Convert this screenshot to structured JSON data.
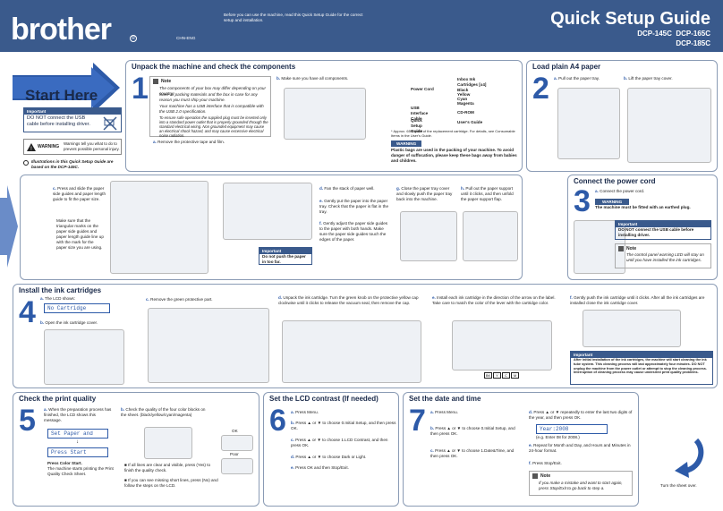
{
  "header": {
    "logo": "brother",
    "logo_mark": "R",
    "intro": "Before you can use the machine, read this Quick Setup Guide for the correct setup and installation.",
    "code": "CHN-ENG",
    "title": "Quick Setup Guide",
    "models": "DCP-145C  DCP-165C\nDCP-185C"
  },
  "start": {
    "title": "Start Here",
    "important_label": "Important",
    "important_text": "DO NOT connect the USB cable before installing driver.",
    "warning_label": "WARNING",
    "warning_text": "Warnings tell you what to do to prevent possible personal injury.",
    "illustration_note": "Illustrations in this Quick Setup Guide are based on the DCP-145C."
  },
  "step1": {
    "number": "1",
    "title": "Unpack the machine and check the components",
    "note_label": "Note",
    "notes": [
      "The components of your box may differ depending on your country.",
      "Save all packing materials and the box in case for any reason you must ship your machine.",
      "Your machine has a USB interface that is compatible with the USB 2.0 specification.",
      "To ensure safe operation the supplied plug must be inserted only into a standard power outlet that is properly grounded through the standard electrical wiring. Non grounded equipment may cause an electrical shock hazard, and may cause excessive electrical noise radiation."
    ],
    "a": "Remove the protective tape and film.",
    "b": "Make sure you have all components.",
    "components": [
      "Power Cord",
      "USB Interface Cable",
      "Quick Setup Guide",
      "Inbox Ink Cartridges [x4]",
      "Black",
      "Yellow",
      "Cyan",
      "Magenta",
      "CD-ROM",
      "User's Guide"
    ],
    "approx": "* Approx. 65% yield of the replacement cartridge. For details, see Consumable Items in the User's Guide.",
    "warning_label": "WARNING",
    "warning_text": "Plastic bags are used in the packing of your machine. To avoid danger of suffocation, please keep these bags away from babies and children."
  },
  "step2": {
    "number": "2",
    "title": "Load plain A4 paper",
    "a": "Pull out the paper tray.",
    "b": "Lift the paper tray cover.",
    "c": "Press and slide the paper side guides and paper length guide to fit the paper size.",
    "c2": "Make sure that the triangular marks on the paper side guides and paper length guide line up with the mark for the paper size you are using.",
    "d": "Fan the stack of paper well.",
    "e": "Gently put the paper into the paper tray. Check that the paper is flat in the tray.",
    "f": "Gently adjust the paper side guides to the paper with both hands. Make sure the paper side guides touch the edges of the paper.",
    "important_label": "Important",
    "important_text": "Do not push the paper in too far.",
    "g": "Close the paper tray cover and slowly push the paper tray back into the machine.",
    "h": "Pull out the paper support until it clicks, and then unfold the paper support flap."
  },
  "step3": {
    "number": "3",
    "title": "Connect the power cord",
    "a": "Connect the power cord.",
    "warning_label": "WARNING",
    "warning_text": "The machine must be fitted with an earthed plug.",
    "important_label": "Important",
    "important_text": "DO NOT connect the USB cable before installing driver.",
    "note_label": "Note",
    "note_text": "The control panel warning LED will stay on until you have installed the ink cartridges."
  },
  "step4": {
    "number": "4",
    "title": "Install the ink cartridges",
    "a": "The LCD shows:",
    "lcd_a": "No Cartridge",
    "b": "Open the ink cartridge cover.",
    "c": "Remove the green protective part.",
    "d": "Unpack the ink cartridge. Turn the green knob on the protective yellow cap clockwise until it clicks to release the vacuum seal, then remove the cap.",
    "e": "Install each ink cartridge in the direction of the arrow on the label. Take care to match the color of the lever with the cartridge color.",
    "colors": [
      "BK",
      "Y",
      "C",
      "M"
    ],
    "f": "Gently push the ink cartridge until it clicks. After all the ink cartridges are installed close the ink cartridge cover.",
    "important_label": "Important",
    "important_text": "After initial installation of the ink cartridges, the machine will start cleaning the ink tube system. This cleaning process will last approximately four minutes. DO NOT unplug the machine from the power outlet or attempt to stop the cleaning process. Interruption of cleaning process may cause undesired print quality problems."
  },
  "step5": {
    "number": "5",
    "title": "Check the print quality",
    "a": "When the preparation process has finished, the LCD shows this message.",
    "lcd1": "Set Paper and",
    "lcd2": "Press Start",
    "press": "Press Color Start.",
    "press2": "The machine starts printing the Print Quality Check Sheet.",
    "b": "Check the quality of the four color blocks on the sheet. (black/yellow/cyan/magenta)",
    "ok_label": "OK",
    "poor_label": "Poor",
    "b1": "If all lines are clear and visible, press (Yes) to finish the quality check.",
    "b2": "If you can see missing short lines, press (No) and follow the steps on the LCD."
  },
  "step6": {
    "number": "6",
    "title": "Set the LCD contrast (If needed)",
    "a": "Press Menu.",
    "b": "Press ▲ or ▼ to choose 0.Initial Setup, and then press OK.",
    "c": "Press ▲ or ▼ to choose 1.LCD Contrast, and then press OK.",
    "d": "Press ▲ or ▼ to choose Dark or Light.",
    "e": "Press OK and then Stop/Exit."
  },
  "step7": {
    "number": "7",
    "title": "Set the date and time",
    "a": "Press Menu.",
    "b": "Press ▲ or ▼ to choose 0.Initial Setup, and then press OK.",
    "c": "Press ▲ or ▼ to choose 1.Date&Time, and then press OK.",
    "d": "Press ▲ or ▼ repeatedly to enter the last two digits of the year, and then press OK.",
    "lcd": "Year:2008",
    "eg": "(e.g. Enter 08 for 2008.)",
    "e": "Repeat for Month and Day, and Hours and Minutes in 24-hour format.",
    "f": "Press Stop/Exit.",
    "note_label": "Note",
    "note_text": "If you make a mistake and want to start again, press Stop/Exit to go back to step a."
  },
  "footer": {
    "turn": "Turn the sheet over."
  }
}
